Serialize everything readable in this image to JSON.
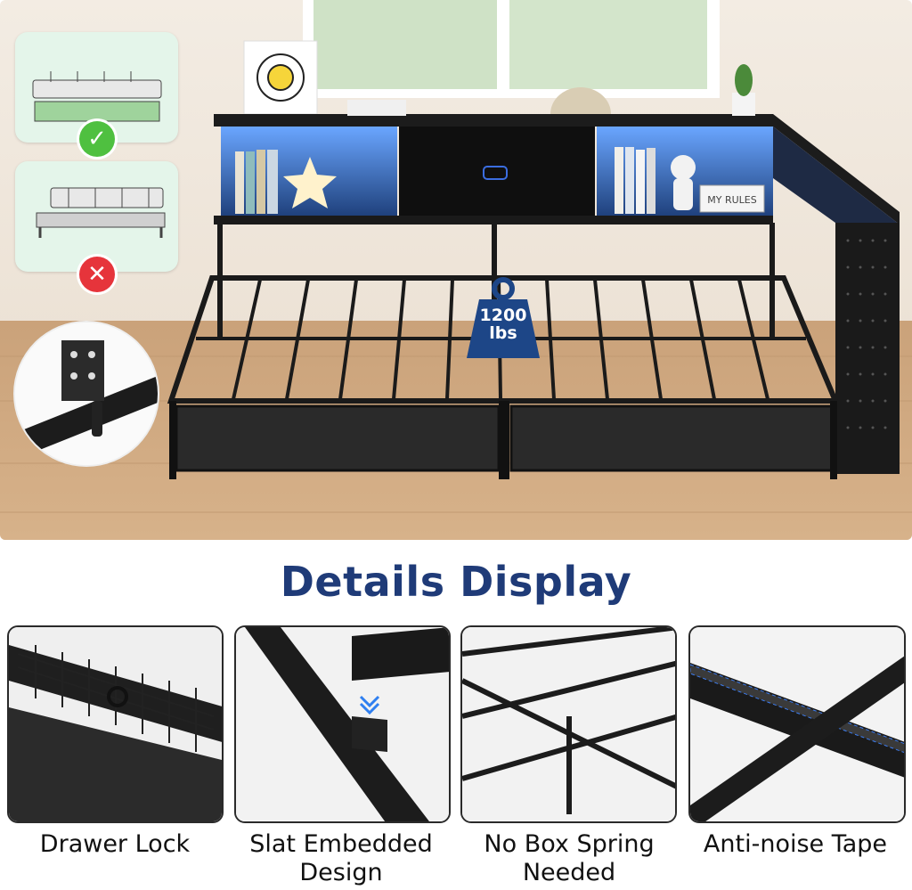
{
  "hero": {
    "weight": {
      "value": "1200",
      "unit": "lbs"
    },
    "shelf_sign": "MY RULES",
    "comparison": [
      {
        "status": "correct",
        "icon": "check-icon"
      },
      {
        "status": "incorrect",
        "icon": "cross-icon"
      }
    ]
  },
  "section_title": "Details Display",
  "details": [
    {
      "label": "Drawer Lock"
    },
    {
      "label": "Slat Embedded Design"
    },
    {
      "label": "No Box Spring Needed"
    },
    {
      "label": "Anti-noise Tape"
    }
  ],
  "colors": {
    "title": "#1f3b78",
    "badge_ok": "#4fc040",
    "badge_no": "#e6343b",
    "weight_tag": "#1d4687",
    "led": "#4a8cf0"
  }
}
